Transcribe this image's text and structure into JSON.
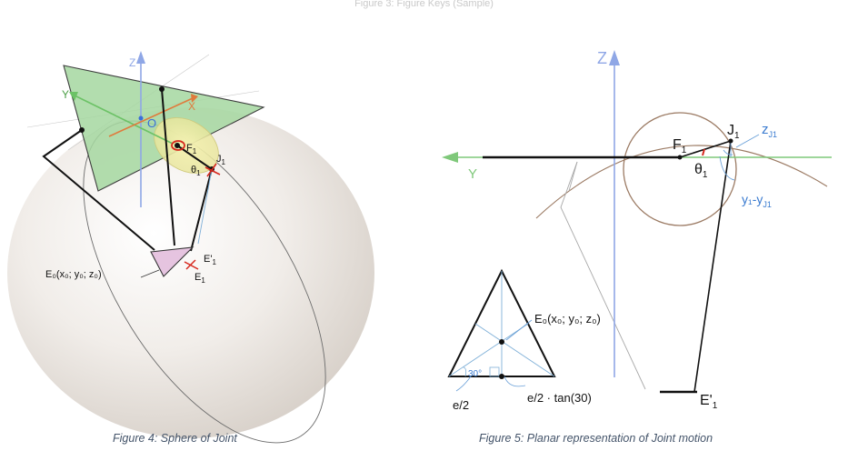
{
  "page_top_text": "Figure 3: Figure Keys (Sample)",
  "figure4": {
    "caption": "Figure 4: Sphere of Joint",
    "labels": {
      "z_axis": "Z",
      "y_axis": "Y",
      "x_axis": "X",
      "origin": "O",
      "f1": "F",
      "f1_sub": "1",
      "j1": "J",
      "j1_sub": "1",
      "theta1": "θ",
      "theta1_sub": "1",
      "e1_prime": "E'",
      "e1_prime_sub": "1",
      "e1": "E",
      "e1_sub": "1",
      "e0": "E₀(x₀; y₀; z₀)"
    }
  },
  "figure5": {
    "caption": "Figure 5: Planar representation of Joint motion",
    "labels": {
      "z_axis": "Z",
      "y_axis": "Y",
      "f1": "F",
      "f1_sub": "1",
      "j1": "J",
      "j1_sub": "1",
      "zj1": "z",
      "zj1_sub": "J1",
      "theta1": "θ",
      "theta1_sub": "1",
      "y1_yj1": "y₁-y",
      "y1_yj1_sub": "J1",
      "e1_prime": "E'",
      "e1_prime_sub": "1",
      "e0": "E₀(x₀; y₀; z₀)",
      "angle_30": "30°",
      "e_half": "e/2",
      "e_half_tan": "e/2 · tan(30)"
    }
  },
  "colors": {
    "green_plate": "#9fd39a",
    "sphere": "#e9e4de",
    "axis_blue": "#8fa7e6",
    "axis_green": "#7fc87a",
    "axis_orange": "#e07a3c",
    "joint_red": "#d6281e",
    "circle_brown": "#9b7a63",
    "caption_text": "#44546a"
  }
}
